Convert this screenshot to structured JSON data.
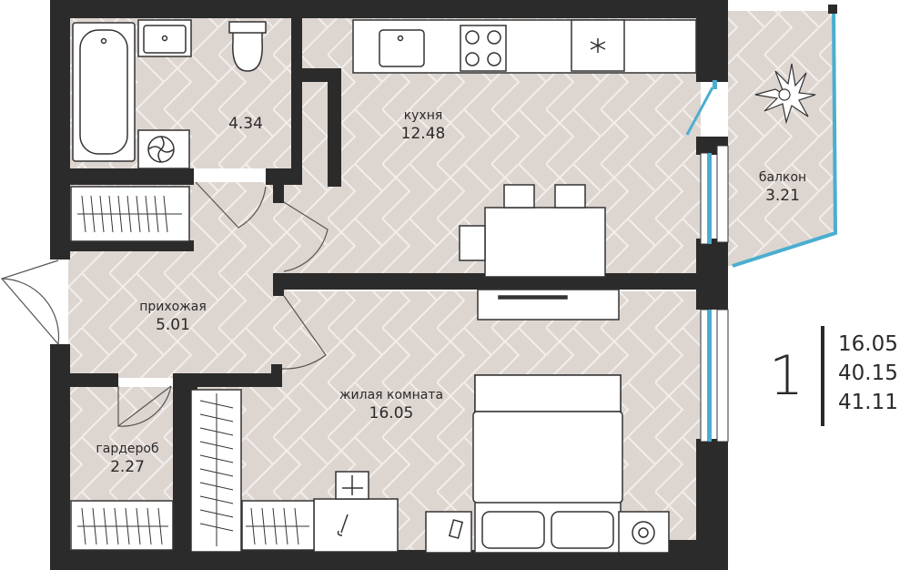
{
  "rooms": {
    "bathroom": {
      "name": "",
      "area": "4.34"
    },
    "kitchen": {
      "name": "кухня",
      "area": "12.48"
    },
    "balcony": {
      "name": "балкон",
      "area": "3.21"
    },
    "hallway": {
      "name": "прихожая",
      "area": "5.01"
    },
    "living": {
      "name": "жилая комната",
      "area": "16.05"
    },
    "wardrobe": {
      "name": "гардероб",
      "area": "2.27"
    }
  },
  "summary": {
    "room_count": "1",
    "living_area": "16.05",
    "total_area": "40.15",
    "total_with_balcony": "41.11"
  },
  "colors": {
    "floor": "#ddd5d0",
    "wall": "#2b2b2b",
    "window": "#4aaed0",
    "furniture_stroke": "#333333"
  }
}
